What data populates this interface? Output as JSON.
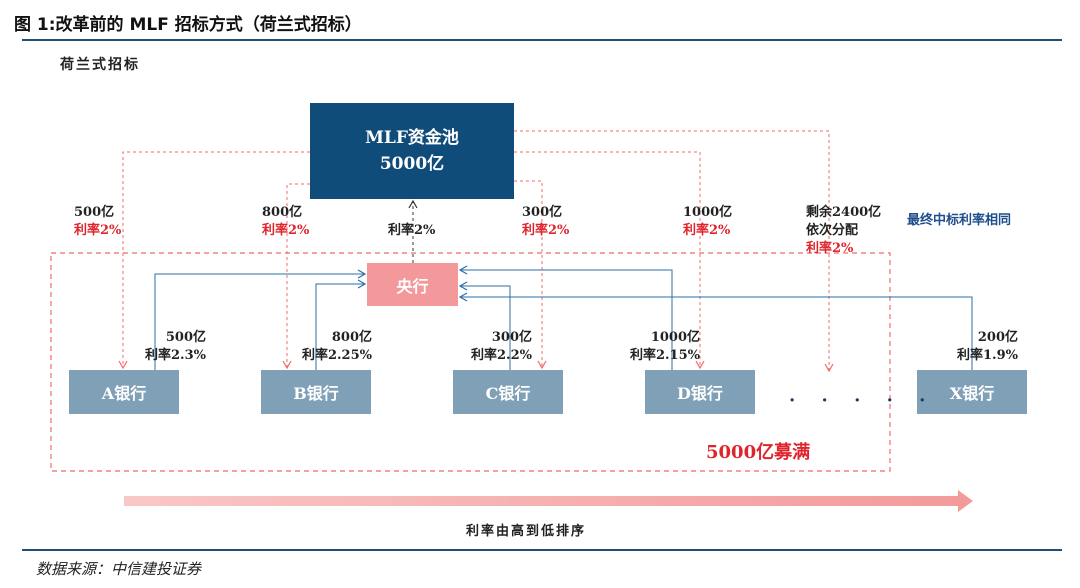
{
  "figure_title": "图 1:改革前的 MLF 招标方式（荷兰式招标）",
  "subtitle": "荷兰式招标",
  "pool": {
    "line1": "MLF资金池",
    "line2": "5000亿"
  },
  "central_bank": "央行",
  "central_rate": "利率2%",
  "direct_allocations": [
    {
      "amount": "500亿",
      "rate": "利率2%"
    },
    {
      "amount": "800亿",
      "rate": "利率2%"
    },
    {
      "amount": "300亿",
      "rate": "利率2%"
    },
    {
      "amount": "1000亿",
      "rate": "利率2%"
    }
  ],
  "remaining": {
    "line1": "剩余2400亿",
    "line2": "依次分配",
    "rate": "利率2%"
  },
  "final_rate_note": "最终中标利率相同",
  "bids": [
    {
      "amount": "500亿",
      "rate": "利率2.3%"
    },
    {
      "amount": "800亿",
      "rate": "利率2.25%"
    },
    {
      "amount": "300亿",
      "rate": "利率2.2%"
    },
    {
      "amount": "1000亿",
      "rate": "利率2.15%"
    },
    {
      "amount": "200亿",
      "rate": "利率1.9%"
    }
  ],
  "banks": [
    "A银行",
    "B银行",
    "C银行",
    "D银行",
    "X银行"
  ],
  "ellipsis": "· · · · ·",
  "filled_note": "5000亿募满",
  "sort_note": "利率由高到低排序",
  "source": "数据来源：中信建投证券",
  "colors": {
    "pool": "#0f4c7a",
    "central_bank": "#f3999b",
    "bank": "#7fa0b7",
    "dashed_red": "#f26b6b",
    "arrow_blue": "#2e6fa6",
    "highlight_red": "#e0242c"
  }
}
